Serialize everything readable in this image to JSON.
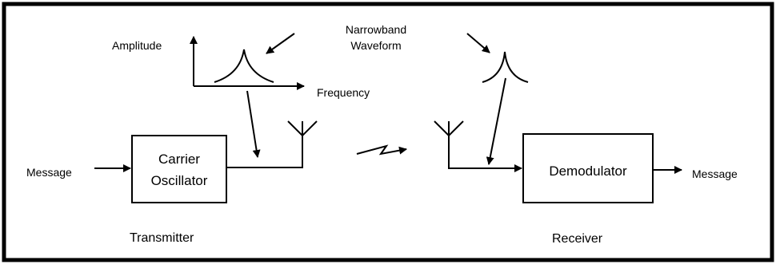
{
  "labels": {
    "amplitude": "Amplitude",
    "frequency": "Frequency",
    "narrowband_line1": "Narrowband",
    "narrowband_line2": "Waveform",
    "carrier_line1": "Carrier",
    "carrier_line2": "Oscillator",
    "demodulator": "Demodulator",
    "message_in": "Message",
    "message_out": "Message",
    "transmitter": "Transmitter",
    "receiver": "Receiver"
  }
}
